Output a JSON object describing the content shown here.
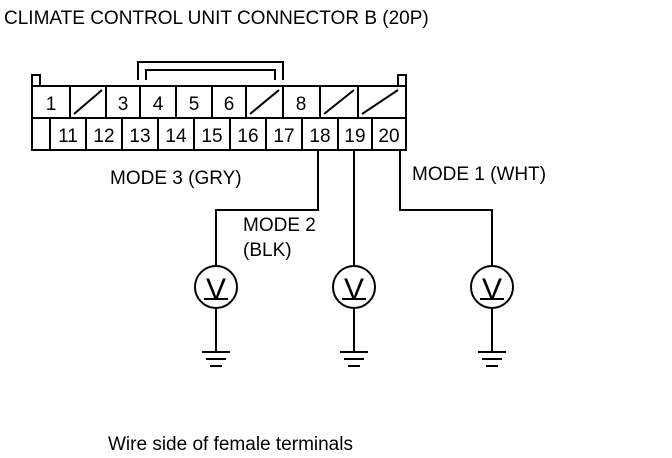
{
  "title": "CLIMATE CONTROL UNIT CONNECTOR B (20P)",
  "connector": {
    "top_row": [
      "1",
      "",
      "3",
      "4",
      "5",
      "6",
      "",
      "8",
      "",
      ""
    ],
    "bottom_row": [
      "",
      "11",
      "12",
      "13",
      "14",
      "15",
      "16",
      "17",
      "18",
      "19",
      "20"
    ]
  },
  "labels": {
    "mode3": "MODE 3 (GRY)",
    "mode2_line1": "MODE 2",
    "mode2_line2": "(BLK)",
    "mode1": "MODE 1 (WHT)"
  },
  "caption": "Wire side of female terminals",
  "voltmeter_symbol": "V"
}
